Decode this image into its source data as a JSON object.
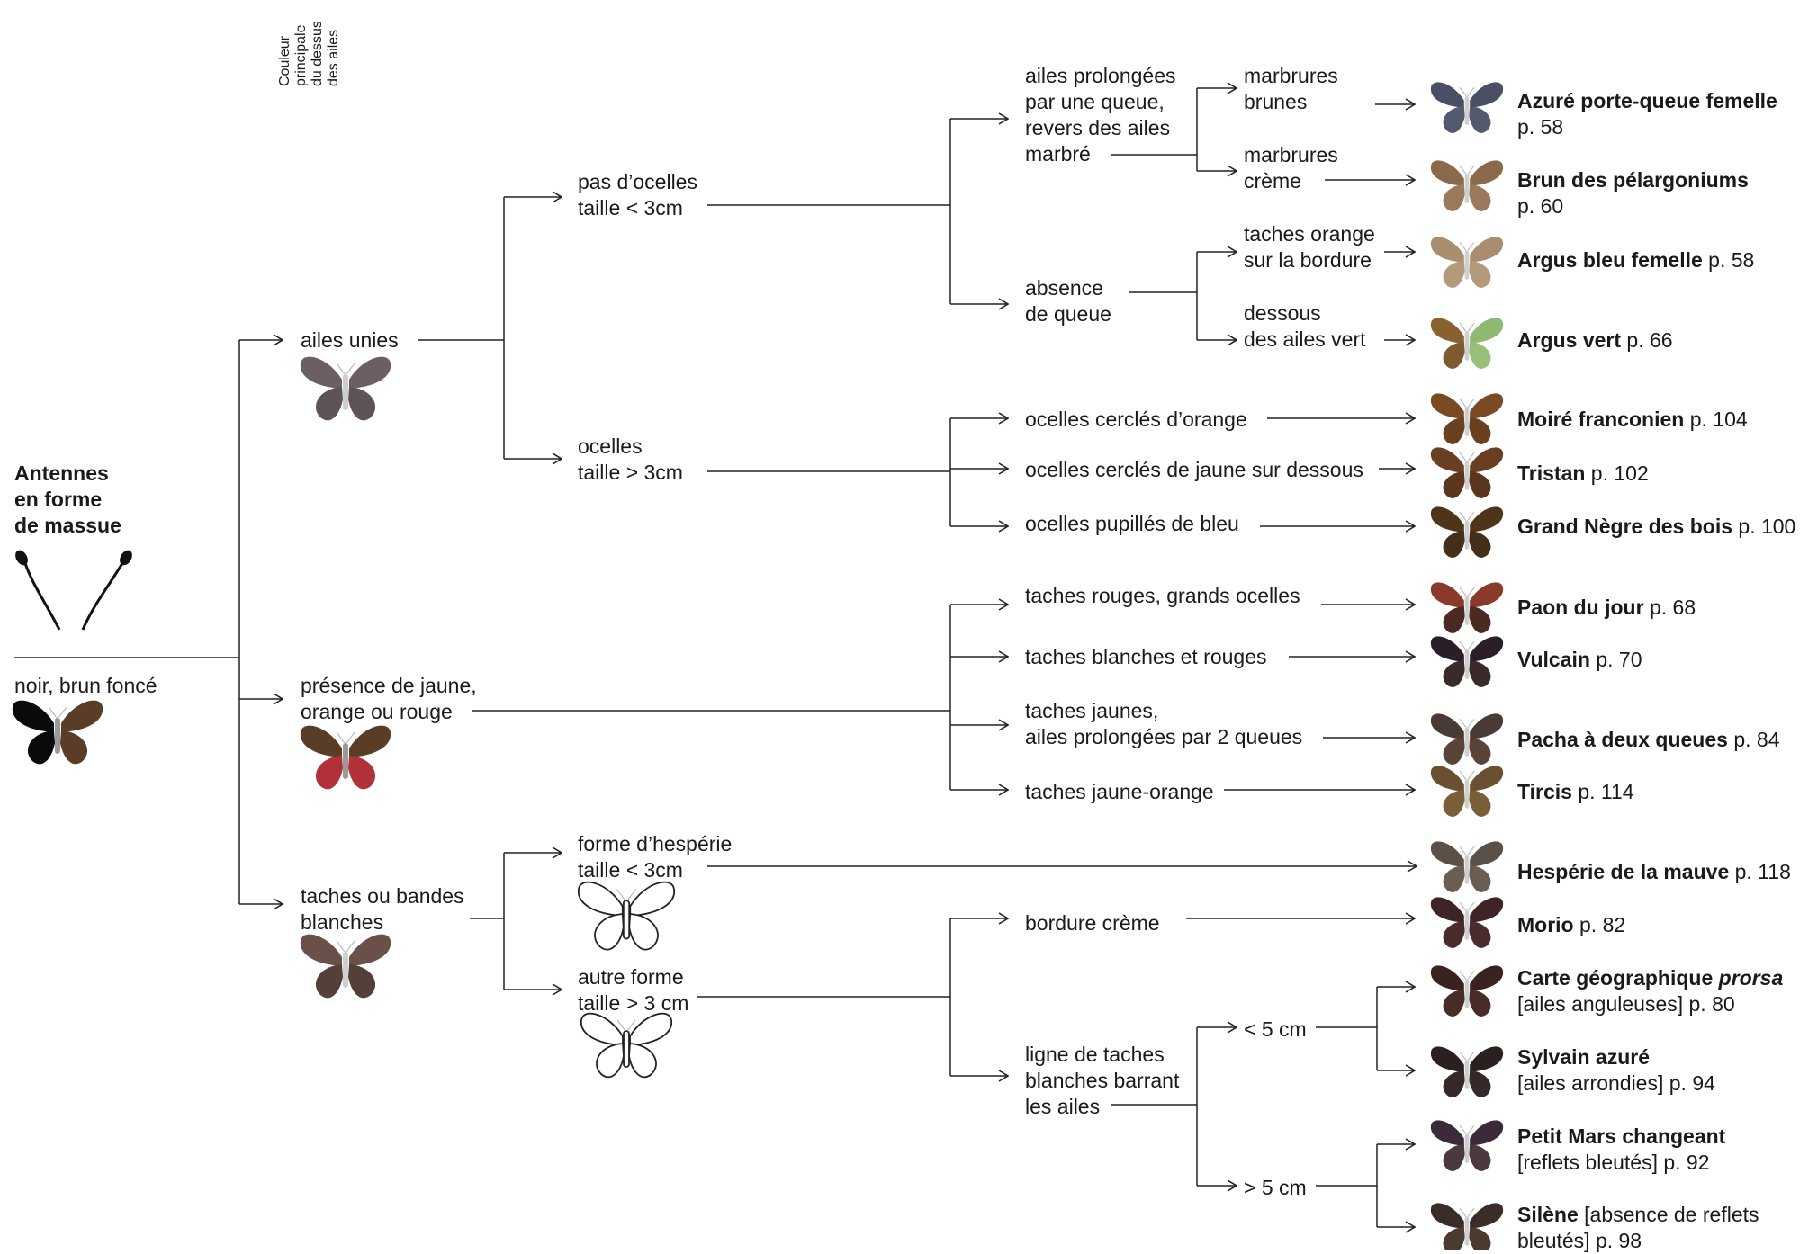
{
  "header_rotated": [
    "Couleur",
    "principale",
    "du dessus",
    "des ailes"
  ],
  "root": {
    "title": [
      "Antennes",
      "en forme",
      "de massue"
    ],
    "color_label": "noir, brun foncé"
  },
  "level1": [
    {
      "text": [
        "ailes unies"
      ]
    },
    {
      "text": [
        "présence de jaune,",
        "orange ou rouge"
      ]
    },
    {
      "text": [
        "taches ou bandes",
        "blanches"
      ]
    }
  ],
  "level2": [
    {
      "text": [
        "pas d’ocelles",
        "taille < 3cm"
      ]
    },
    {
      "text": [
        "ocelles",
        "taille > 3cm"
      ]
    },
    {
      "text": [
        "forme d’hespérie",
        "taille < 3cm"
      ]
    },
    {
      "text": [
        "autre forme",
        "taille > 3 cm"
      ]
    }
  ],
  "level3": [
    {
      "text": [
        "ailes prolongées",
        "par une queue,",
        "revers des ailes",
        "marbré"
      ]
    },
    {
      "text": [
        "absence",
        "de queue"
      ]
    },
    {
      "text": [
        "ocelles cerclés d’orange"
      ]
    },
    {
      "text": [
        "ocelles cerclés de jaune sur dessous"
      ]
    },
    {
      "text": [
        "ocelles pupillés de bleu"
      ]
    },
    {
      "text": [
        "taches rouges, grands ocelles"
      ]
    },
    {
      "text": [
        "taches blanches et rouges"
      ]
    },
    {
      "text": [
        "taches jaunes,",
        "ailes prolongées par 2 queues"
      ]
    },
    {
      "text": [
        "taches jaune-orange"
      ]
    },
    {
      "text": [
        "bordure crème"
      ]
    },
    {
      "text": [
        "ligne de taches",
        "blanches barrant",
        "les ailes"
      ]
    }
  ],
  "level4": [
    {
      "text": [
        "marbrures",
        "brunes"
      ]
    },
    {
      "text": [
        "marbrures",
        "crème"
      ]
    },
    {
      "text": [
        "taches orange",
        "sur la bordure"
      ]
    },
    {
      "text": [
        "dessous",
        "des ailes vert"
      ]
    },
    {
      "text": [
        "< 5 cm"
      ]
    },
    {
      "text": [
        "> 5 cm"
      ]
    }
  ],
  "results": [
    {
      "name": "Azuré porte-queue femelle",
      "extra": "p. 58"
    },
    {
      "name": "Brun des pélargoniums",
      "extra": "p. 60"
    },
    {
      "name": "Argus bleu femelle",
      "extra": " p. 58"
    },
    {
      "name": "Argus vert",
      "extra": " p. 66"
    },
    {
      "name": "Moiré franconien",
      "extra": " p. 104"
    },
    {
      "name": "Tristan",
      "extra": " p. 102"
    },
    {
      "name": "Grand Nègre des bois",
      "extra": " p. 100"
    },
    {
      "name": "Paon du jour",
      "extra": " p. 68"
    },
    {
      "name": "Vulcain",
      "extra": " p. 70"
    },
    {
      "name": "Pacha à deux queues",
      "extra": " p. 84"
    },
    {
      "name": "Tircis",
      "extra": " p. 114"
    },
    {
      "name": "Hespérie de la mauve",
      "extra": " p. 118"
    },
    {
      "name": "Morio",
      "extra": " p. 82"
    },
    {
      "name": "Carte géographique ",
      "italic": "prorsa",
      "extra": "[ailes anguleuses] p. 80"
    },
    {
      "name": "Sylvain azuré",
      "extra": "[ailes arrondies] p. 94"
    },
    {
      "name": "Petit Mars changeant",
      "extra": "[reflets bleutés] p. 92"
    },
    {
      "name": "Silène",
      "extra": " [absence de reflets",
      "extra2": "bleutés] p. 98"
    }
  ],
  "colors": {
    "line": "#222222",
    "black_wing": "#0a0a0a",
    "brown_wing": "#5a3d27",
    "red_wing": "#b0313a",
    "grey_wing": "#6b5f62"
  },
  "icons": {
    "antenna": "antenna-icon",
    "butterfly": "butterfly-icon"
  }
}
